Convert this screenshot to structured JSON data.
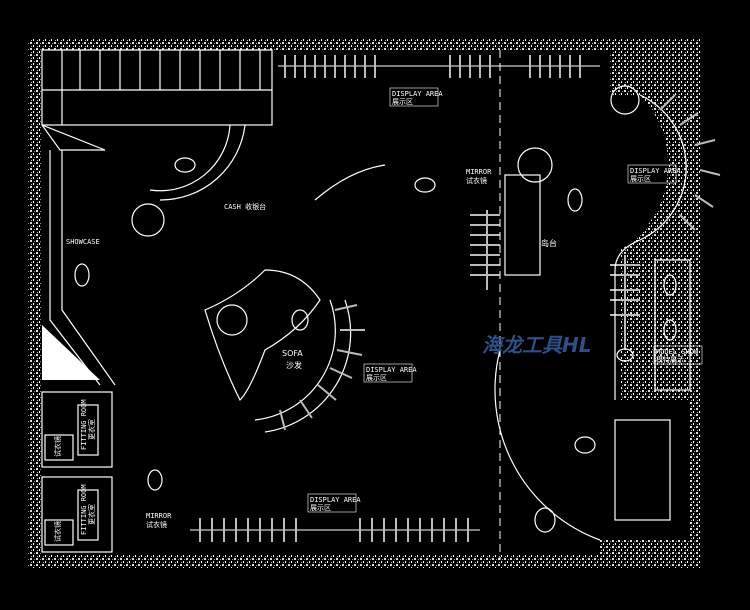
{
  "labels": {
    "display_area_top": {
      "en": "DISPLAY AREA",
      "cn": "展示区"
    },
    "display_area_right": {
      "en": "DISPLAY AREA",
      "cn": "展示区"
    },
    "display_area_center": {
      "en": "DISPLAY AREA",
      "cn": "展示区"
    },
    "display_area_bottom": {
      "en": "DISPLAY AREA",
      "cn": "展示区"
    },
    "cash": "CASH 收银台",
    "showcase": "SHOWCASE",
    "mirror_top": {
      "en": "MIRROR",
      "cn": "试衣镜"
    },
    "mirror_bottom": {
      "en": "MIRROR",
      "cn": "试衣镜"
    },
    "sofa": {
      "en": "SOFA",
      "cn": "沙发"
    },
    "island": "岛台",
    "model_show": {
      "en": "MODEL SHOW",
      "cn": "模特展示"
    },
    "fitting_room_1": {
      "en": "FITTING ROOM",
      "cn": "更衣室",
      "small": "试衣镜"
    },
    "fitting_room_2": {
      "en": "FITTING ROOM",
      "cn": "更衣室",
      "small": "试衣镜"
    }
  },
  "watermark": "海龙工具HL"
}
